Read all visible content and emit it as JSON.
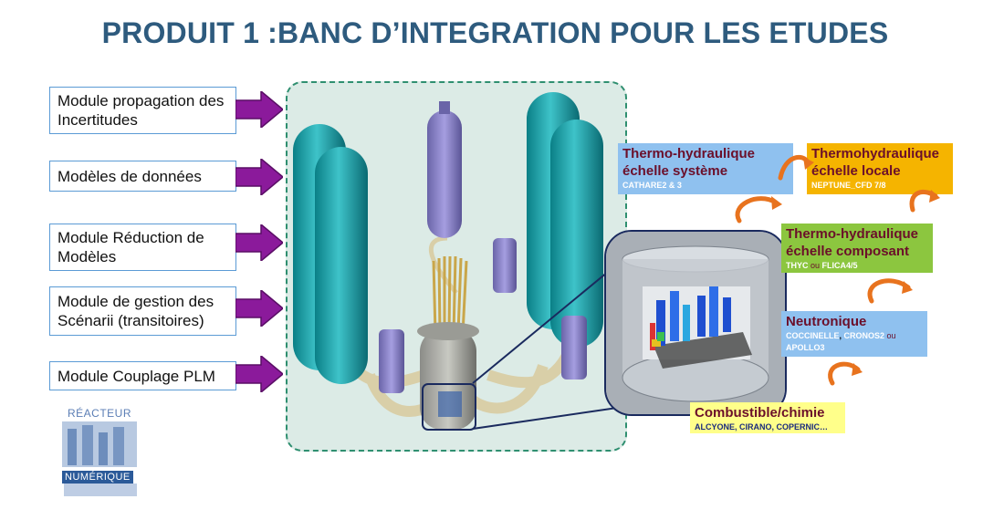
{
  "title": "PRODUIT 1 :BANC D’INTEGRATION POUR LES ETUDES",
  "modules": [
    "Module propagation des Incertitudes",
    "Modèles de données",
    "Module Réduction de Modèles",
    "Module de gestion des Scénarii (transitoires)",
    "Module Couplage PLM"
  ],
  "physics": {
    "th_systeme": {
      "title": "Thermo-hydraulique échelle système",
      "codes": "CATHARE2 & 3"
    },
    "th_locale": {
      "title": "Thermohydraulique échelle locale",
      "codes": "NEPTUNE_CFD 7/8"
    },
    "th_composant": {
      "title": "Thermo-hydraulique échelle composant",
      "codes_a": "THYC",
      "codes_sep": "ou",
      "codes_b": "FLICA4/5"
    },
    "neutronique": {
      "title": "Neutronique",
      "codes_a": "COCCINELLE",
      "codes_b": "CRONOS2",
      "codes_sep": "ou",
      "codes_c": "APOLLO3"
    },
    "combustible": {
      "title": "Combustible/chimie",
      "codes": "ALCYONE, CIRANO, COPERNIC…"
    }
  },
  "logo": {
    "top": "RÉACTEUR",
    "bottom": "NUMÉRIQUE"
  },
  "colors": {
    "title": "#2e5b7e",
    "arrow": "#8b1a9b",
    "th_systeme_bg": "#8fc1ef",
    "th_locale_bg": "#f5b400",
    "th_composant_bg": "#8cc63f",
    "neutronique_bg": "#8fc1ef",
    "combustible_bg": "#ffff8a",
    "physics_text": "#6b0f2a",
    "curl_arrow": "#e8731e"
  }
}
